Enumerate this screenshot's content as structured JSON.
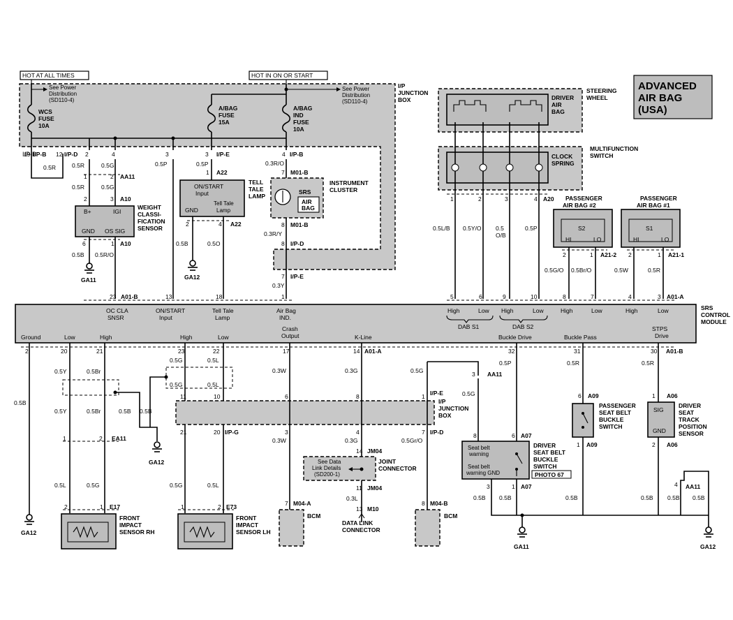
{
  "title": {
    "line1": "ADVANCED",
    "line2": "AIR BAG",
    "line3": "(USA)"
  },
  "hot_at_all_times": "HOT AT ALL TIMES",
  "hot_in_on_or_start": "HOT IN ON OR START",
  "see_power_1": "See Power",
  "see_power_2": "Distribution",
  "see_power_3": "(SD110-4)",
  "junction_box_1": "I/P",
  "junction_box_2": "JUNCTION",
  "junction_box_3": "BOX",
  "fuses": {
    "wcs": [
      "WCS",
      "FUSE",
      "10A"
    ],
    "abag": [
      "A/BAG",
      "FUSE",
      "15A"
    ],
    "ind": [
      "A/BAG",
      "IND",
      "FUSE",
      "10A"
    ]
  },
  "conn": {
    "ipb": "I/P-B",
    "ipd": "I/P-D",
    "ipe": "I/P-E",
    "ipg": "I/P-G",
    "aa11": "AA11",
    "a10": "A10",
    "a22": "A22",
    "m01b": "M01-B",
    "a20": "A20",
    "a212": "A21-2",
    "a211": "A21-1",
    "a01a": "A01-A",
    "a01b": "A01-B",
    "e17": "E17",
    "e73": "E73",
    "ea11": "EA11",
    "jm04": "JM04",
    "m10": "M10",
    "m04a": "M04-A",
    "m04b": "M04-B",
    "a07": "A07",
    "a09": "A09",
    "a06": "A06",
    "ga11": "GA11",
    "ga12": "GA12"
  },
  "wires": {
    "r05": "0.5R",
    "g05": "0.5G",
    "p05": "0.5P",
    "b05": "0.5B",
    "ro05": "0.5R/O",
    "o05": "0.5O",
    "ry03": "0.3R/Y",
    "y03": "0.3Y",
    "r03": "0.3R/O",
    "lb05": "0.5L/B",
    "yo05": "0.5Y/O",
    "o05a": "0.5",
    "ob": "O/B",
    "go05": "0.5G/O",
    "bro05": "0.5Br/O",
    "w05": "0.5W",
    "y05": "0.5Y",
    "br05": "0.5Br",
    "w03": "0.3W",
    "g03": "0.3G",
    "l03": "0.3L",
    "gro05": "0.5Gr/O",
    "l05": "0.5L",
    "p05b": "0.5P"
  },
  "components": {
    "steering_wheel": [
      "STEERING",
      "WHEEL"
    ],
    "driver_air_bag": [
      "DRIVER",
      "AIR",
      "BAG"
    ],
    "multifunction": [
      "MULTIFUNCTION",
      "SWITCH"
    ],
    "clock_spring": [
      "CLOCK",
      "SPRING"
    ],
    "pab2": [
      "PASSENGER",
      "AIR BAG #2"
    ],
    "pab1": [
      "PASSENGER",
      "AIR BAG #1"
    ],
    "wcs": [
      "WEIGHT",
      "CLASSI-",
      "FICATION",
      "SENSOR"
    ],
    "tell_tale": [
      "TELL",
      "TALE",
      "LAMP"
    ],
    "cluster": [
      "INSTRUMENT",
      "CLUSTER"
    ],
    "srs": "SRS",
    "air_bag_box": [
      "AIR",
      "BAG"
    ],
    "srs_module": [
      "SRS",
      "CONTROL",
      "MODULE"
    ],
    "front_rh": [
      "FRONT",
      "IMPACT",
      "SENSOR RH"
    ],
    "front_lh": [
      "FRONT",
      "IMPACT",
      "SENSOR LH"
    ],
    "joint_connector": [
      "JOINT",
      "CONNECTOR"
    ],
    "data_link": [
      "DATA LINK",
      "CONNECTOR"
    ],
    "bcm": "BCM",
    "driver_buckle": [
      "DRIVER",
      "SEAT BELT",
      "BUCKLE",
      "SWITCH"
    ],
    "photo": "PHOTO 67",
    "pass_buckle": [
      "PASSENGER",
      "SEAT BELT",
      "BUCKLE",
      "SWITCH"
    ],
    "track_sensor": [
      "DRIVER",
      "SEAT",
      "TRACK",
      "POSITION",
      "SENSOR"
    ],
    "see_data": [
      "See Data",
      "Link Details",
      "(SD200-1)"
    ]
  },
  "pins": {
    "wcs_bplus": "B+",
    "wcs_igi": "IGI",
    "wcs_gnd": "GND",
    "wcs_os": "OS SIG",
    "tt_on": "ON/START",
    "tt_input": "Input",
    "tt_gnd": "GND",
    "tt_tell": "Tell Tale",
    "tt_lamp": "Lamp",
    "s2": "S2",
    "s1": "S1",
    "hi": "HI",
    "lo": "LO",
    "sig": "SIG",
    "gnd": "GND",
    "sb_warn1": "Seat belt",
    "sb_warn2": "warning",
    "sb_gnd1": "Seat belt",
    "sb_gnd2": "warning GND"
  },
  "module_top": {
    "oc_cla": [
      "OC CLA",
      "SNSR"
    ],
    "on_start": [
      "ON/START",
      "Input"
    ],
    "tell_tale": [
      "Tell Tale",
      "Lamp"
    ],
    "air_bag_ind": [
      "Air Bag",
      "IND."
    ],
    "high": "High",
    "low": "Low",
    "dab_s1": "DAB S1",
    "dab_s2": "DAB S2"
  },
  "module_bottom": {
    "ground": "Ground",
    "low": "Low",
    "high": "High",
    "crash": [
      "Crash",
      "Output"
    ],
    "kline": "K-Line",
    "buckle_drive": "Buckle Drive",
    "buckle_pass": "Buckle Pass",
    "stps": [
      "STPS",
      "Drive"
    ]
  }
}
